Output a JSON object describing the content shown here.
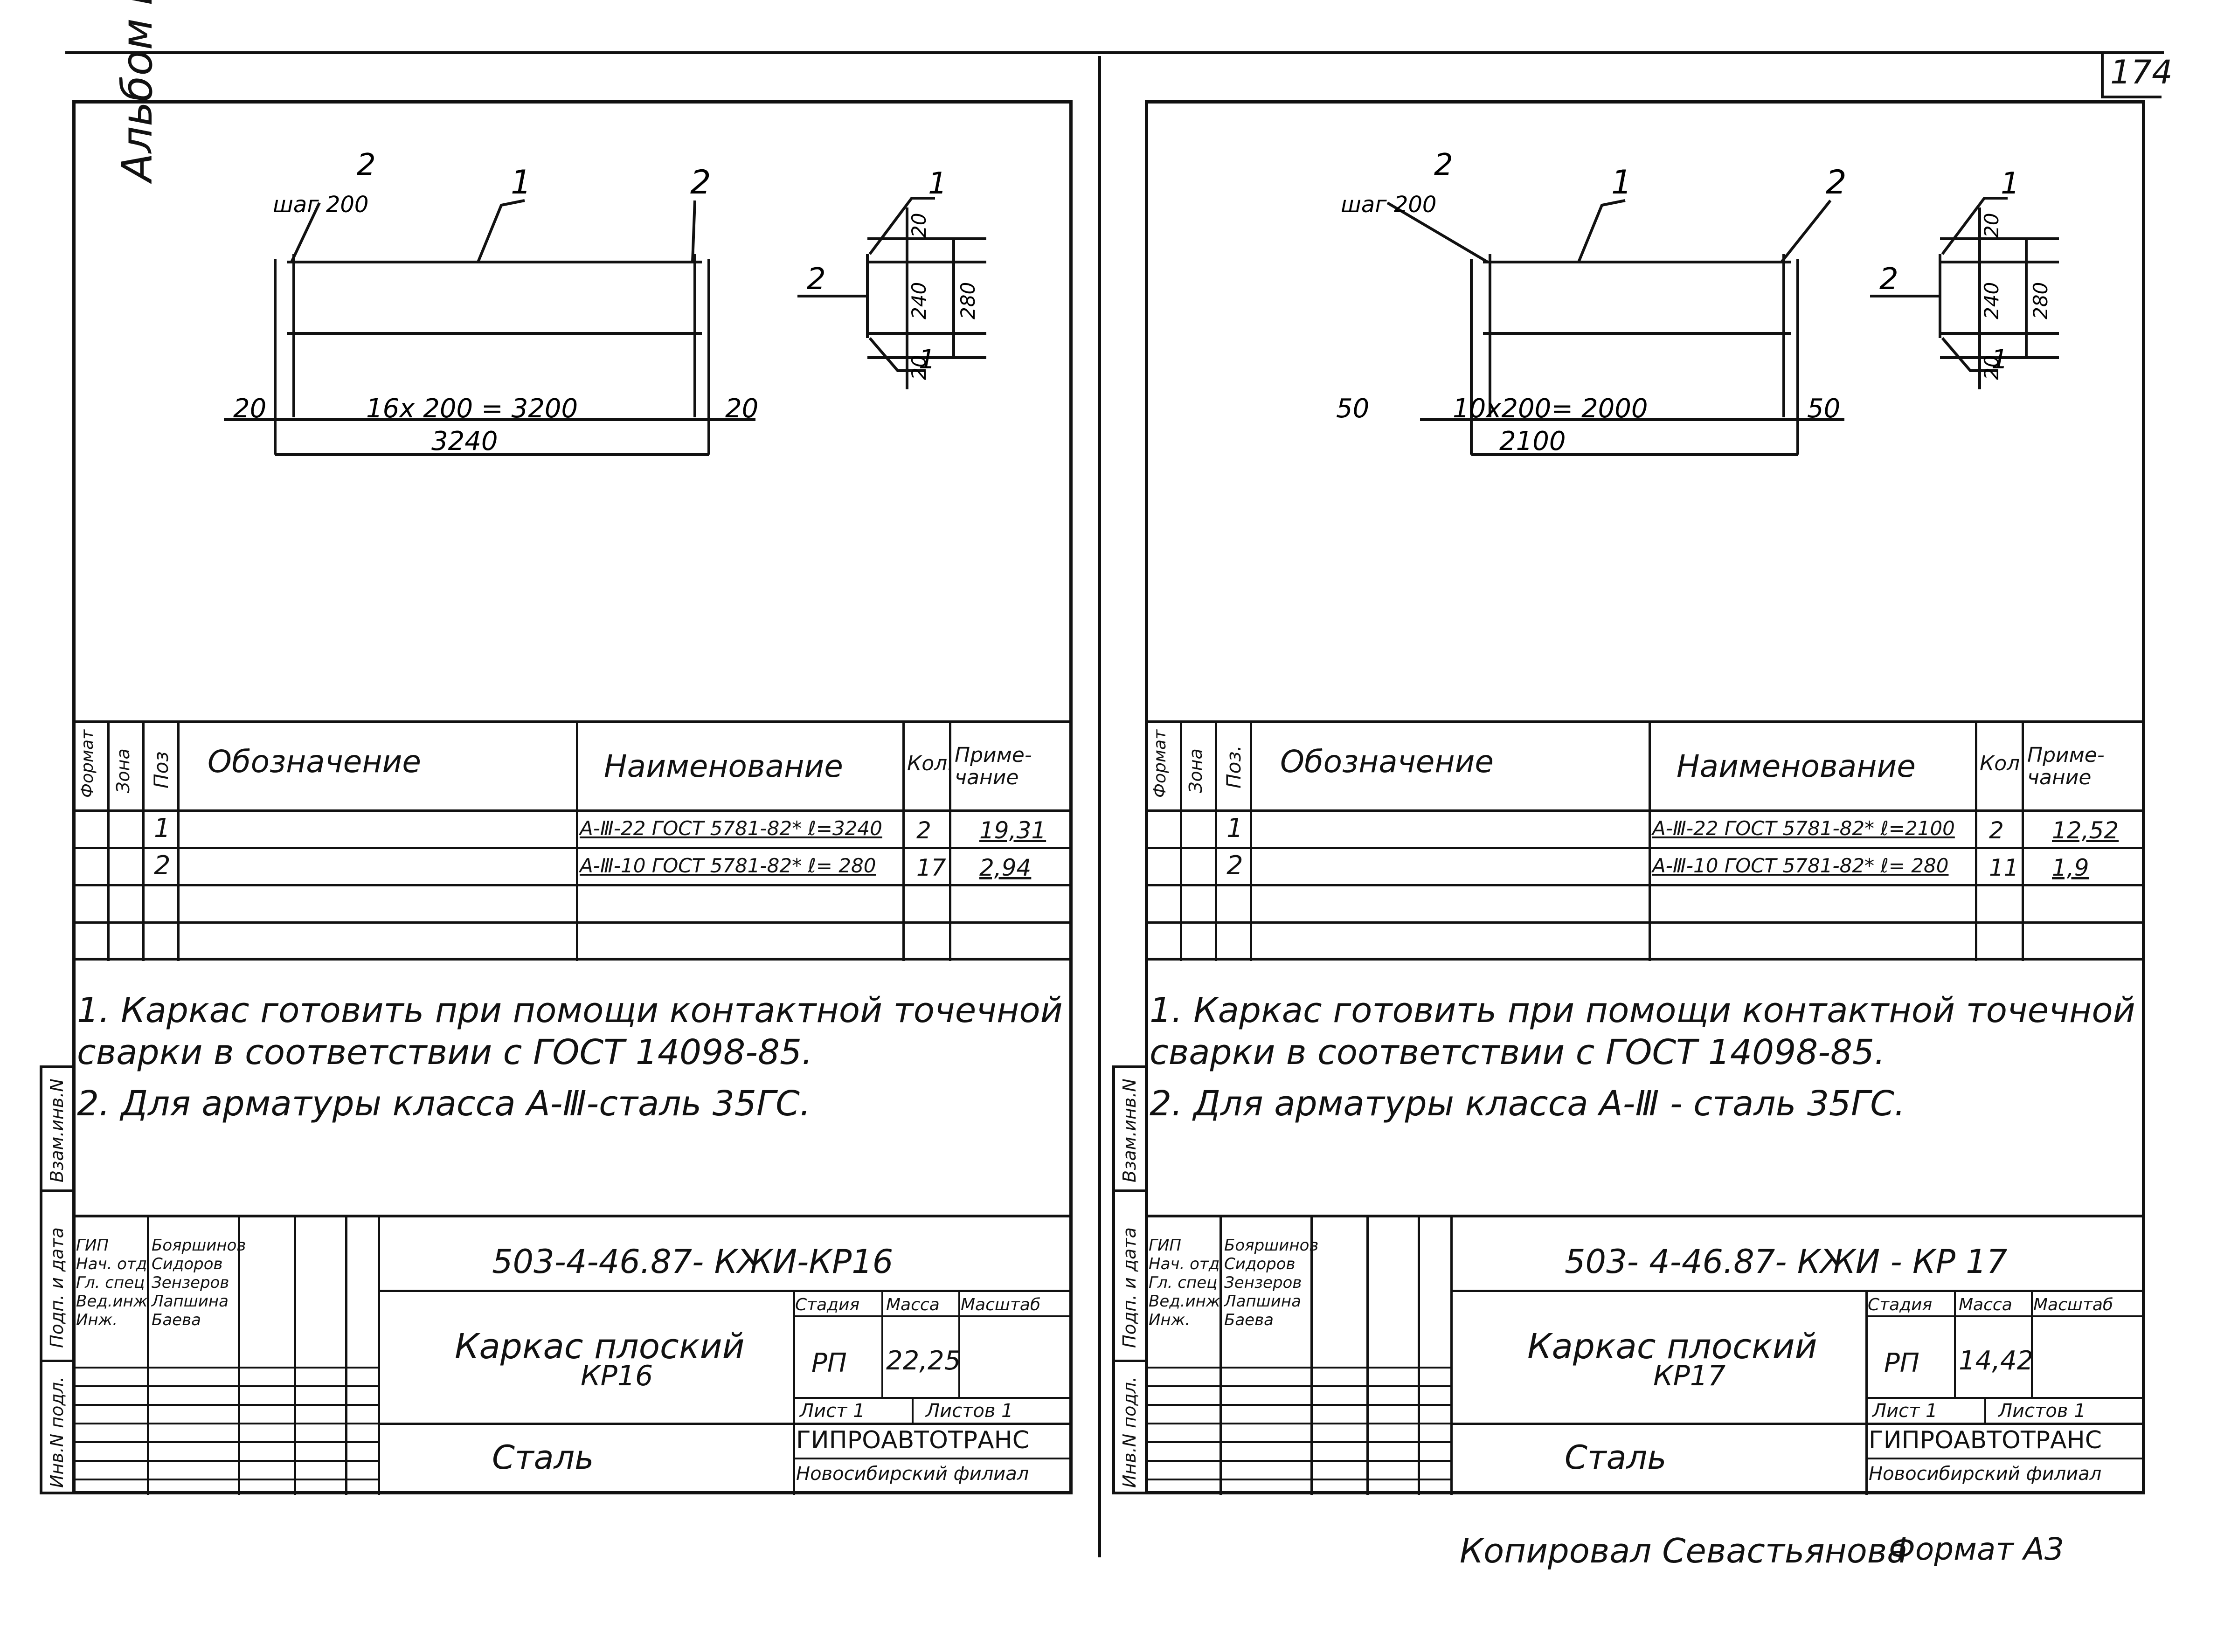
{
  "page": {
    "page_number": "174",
    "album": "Альбом Ⅲ",
    "footer": {
      "copied_by": "Копировал Севастьянова",
      "format": "Формат А3"
    }
  },
  "sheets": [
    {
      "drawing": {
        "pos2_label": "2",
        "pitch_label": "шаг 200",
        "pos1_label": "1",
        "pos2_right_label": "2",
        "dim_left": "20",
        "dim_middle": "16х 200 = 3200",
        "dim_right": "20",
        "dim_total": "3240",
        "section": {
          "pos1_top": "1",
          "pos2_side": "2",
          "pos1_bottom": "1",
          "d20_top": "20",
          "d240": "240",
          "d280": "280",
          "d20_bottom": "20"
        }
      },
      "spec": {
        "headers": {
          "format": "Формат",
          "zone": "Зона",
          "pos": "Поз",
          "designation": "Обозначение",
          "name": "Наименование",
          "qty": "Кол.",
          "note": "Приме-\nчание"
        },
        "rows": [
          {
            "pos": "1",
            "name": "А-Ⅲ-22 ГОСТ 5781-82* ℓ=3240",
            "qty": "2",
            "note": "19,31"
          },
          {
            "pos": "2",
            "name": "А-Ⅲ-10 ГОСТ 5781-82* ℓ= 280",
            "qty": "17",
            "note": "2,94"
          }
        ]
      },
      "notes": [
        "1. Каркас готовить при помощи контактной точечной",
        "сварки в соответствии  с ГОСТ 14098-85.",
        "2. Для арматуры класса А-Ⅲ-сталь 35ГС."
      ],
      "side_stamp": {
        "a": "Взам.инв.N",
        "b": "Подп. и дата",
        "c": "Инв.N подл."
      },
      "title_block": {
        "code": "503-4-46.87- КЖИ-КР16",
        "roles": [
          "ГИП",
          "Нач. отд",
          "Гл. спец",
          "Вед.инж",
          "Инж."
        ],
        "names": [
          "Бояршинов",
          "Сидоров",
          "Зензеров",
          "Лапшина",
          "Баева"
        ],
        "title": "Каркас  плоский",
        "subtitle": "КР16",
        "stage_h": "Стадия",
        "mass_h": "Масса",
        "scale_h": "Масштаб",
        "stage": "РП",
        "mass": "22,25",
        "sheet_label": "Лист 1",
        "sheets_label": "Листов 1",
        "material": "Сталь",
        "org": "ГИПРОАВТОТРАНС",
        "branch": "Новосибирский филиал"
      }
    },
    {
      "drawing": {
        "pos2_label": "2",
        "pitch_label": "шаг 200",
        "pos1_label": "1",
        "pos2_right_label": "2",
        "dim_left": "50",
        "dim_middle": "10х200= 2000",
        "dim_right": "50",
        "dim_total": "2100",
        "section": {
          "pos1_top": "1",
          "pos2_side": "2",
          "pos1_bottom": "1",
          "d20_top": "20",
          "d240": "240",
          "d280": "280",
          "d20_bottom": "20"
        }
      },
      "spec": {
        "headers": {
          "format": "Формат",
          "zone": "Зона",
          "pos": "Поз.",
          "designation": "Обозначение",
          "name": "Наименование",
          "qty": "Кол",
          "note": "Приме-\nчание"
        },
        "rows": [
          {
            "pos": "1",
            "name": "А-Ⅲ-22 ГОСТ 5781-82* ℓ=2100",
            "qty": "2",
            "note": "12,52"
          },
          {
            "pos": "2",
            "name": "А-Ⅲ-10 ГОСТ 5781-82* ℓ= 280",
            "qty": "11",
            "note": "1,9"
          }
        ]
      },
      "notes": [
        "1. Каркас готовить при помощи контактной точечной",
        "сварки в соответствии с ГОСТ 14098-85.",
        "2. Для арматуры класса А-Ⅲ - сталь 35ГС."
      ],
      "side_stamp": {
        "a": "Взам.инв.N",
        "b": "Подп. и дата",
        "c": "Инв.N подл."
      },
      "title_block": {
        "code": "503- 4-46.87- КЖИ - КР 17",
        "roles": [
          "ГИП",
          "Нач. отд",
          "Гл. спец",
          "Вед.инж",
          "Инж."
        ],
        "names": [
          "Бояршинов",
          "Сидоров",
          "Зензеров",
          "Лапшина",
          "Баева"
        ],
        "title": "Каркас плоский",
        "subtitle": "КР17",
        "stage_h": "Стадия",
        "mass_h": "Масса",
        "scale_h": "Масштаб",
        "stage": "РП",
        "mass": "14,42",
        "sheet_label": "Лист 1",
        "sheets_label": "Листов 1",
        "material": "Сталь",
        "org": "ГИПРОАВТОТРАНС",
        "branch": "Новосибирский филиал"
      }
    }
  ]
}
